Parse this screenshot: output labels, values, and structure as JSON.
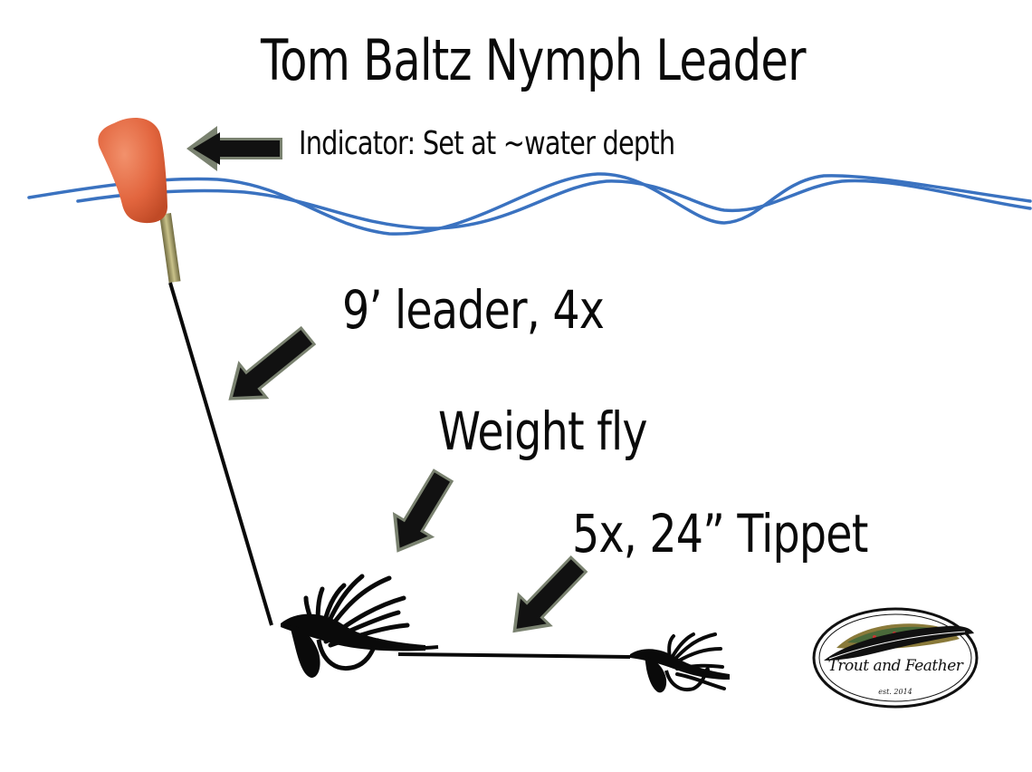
{
  "title": "Tom Baltz Nymph Leader",
  "labels": {
    "indicator": "Indicator: Set at ~water depth",
    "leader": "9’ leader, 4x",
    "weight_fly": "Weight fly",
    "tippet": "5x, 24” Tippet"
  },
  "logo": {
    "name": "Trout and Feather",
    "est": "est. 2014"
  },
  "colors": {
    "water": "#3a72c0",
    "indicator": "#e2653e",
    "arrow_fill": "#111111",
    "arrow_outline": "#7a8270",
    "line": "#0a0a0a"
  },
  "icons": [
    "strike-indicator-icon",
    "fly-icon",
    "trout-icon",
    "feather-icon"
  ]
}
